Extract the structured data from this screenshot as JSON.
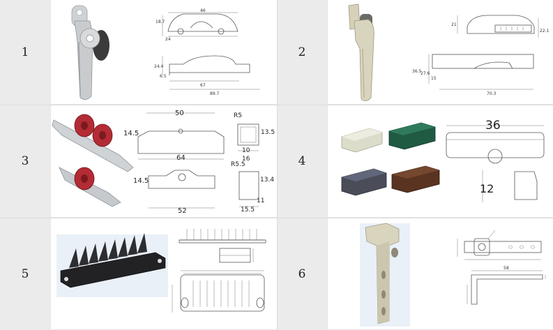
{
  "rows": [
    {
      "left": {
        "number": "1",
        "dims": [
          "46",
          "18.7",
          "24",
          "24.4",
          "6.5",
          "67",
          "89.7"
        ]
      },
      "right": {
        "number": "2",
        "dims": [
          "21",
          "22.1",
          "36.5",
          "27.6",
          "15",
          "70.3"
        ]
      }
    },
    {
      "left": {
        "number": "3",
        "dims": [
          "50",
          "14.5",
          "64",
          "14.5",
          "52",
          "R5",
          "13.5",
          "10",
          "16",
          "R5.5",
          "13.4",
          "11",
          "15.5"
        ]
      },
      "right": {
        "number": "4",
        "dims": [
          "36",
          "12"
        ]
      }
    },
    {
      "left": {
        "number": "5",
        "dims": []
      },
      "right": {
        "number": "6",
        "dims": [
          "58"
        ]
      }
    }
  ],
  "colors": {
    "number_cell_bg": "#ebebeb",
    "handle_gray": "#c9cccf",
    "roller_red": "#b32b35",
    "cap_cream": "#dcdccb",
    "cap_green": "#1f5a42",
    "cap_charcoal": "#4a4d58",
    "cap_brown": "#5a3421",
    "heatsink_black": "#222225"
  }
}
